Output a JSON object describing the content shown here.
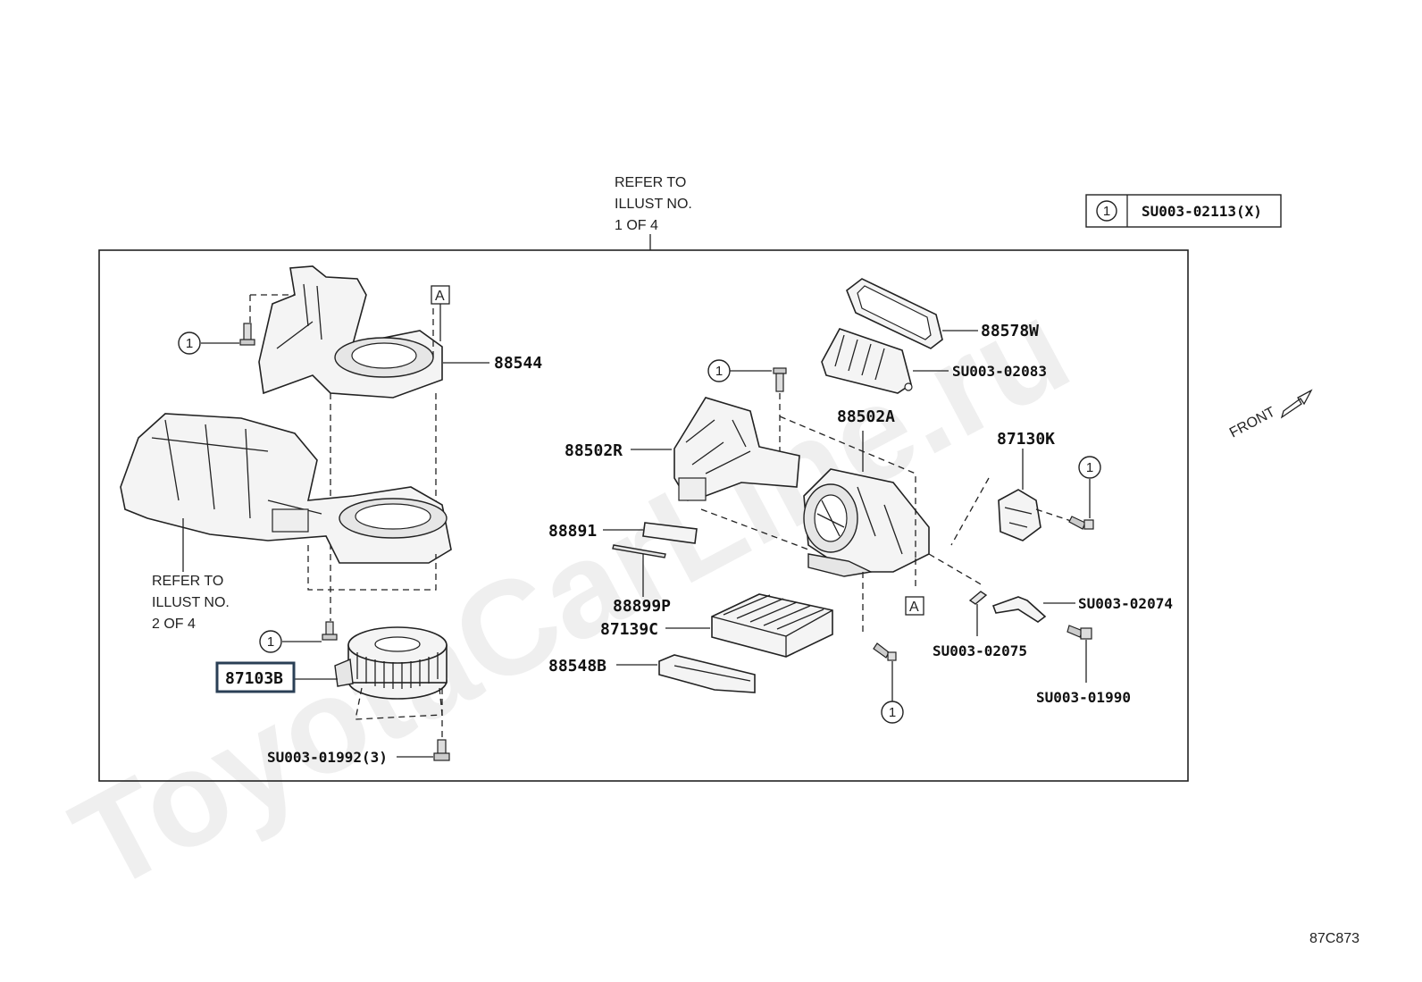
{
  "watermark": "ToyotaCarLine.ru",
  "refer_top": [
    "REFER TO",
    "ILLUST NO.",
    "1 OF 4"
  ],
  "refer_left": [
    "REFER TO",
    "ILLUST NO.",
    "2 OF 4"
  ],
  "legend": {
    "symbol": "1",
    "code": "SU003-02113(X)"
  },
  "front_label": "FRONT",
  "ref_marker": "A",
  "circle_symbol": "1",
  "parts": {
    "p88544": "88544",
    "p88578W": "88578W",
    "pSU003_02083": "SU003-02083",
    "p88502A": "88502A",
    "p87130K": "87130K",
    "p88502R": "88502R",
    "p88891": "88891",
    "p88899P": "88899P",
    "p87139C": "87139C",
    "p88548B": "88548B",
    "pSU003_02074": "SU003-02074",
    "pSU003_02075": "SU003-02075",
    "pSU003_01990": "SU003-01990",
    "p87103B": "87103B",
    "pSU003_01992": "SU003-01992(3)"
  },
  "illustration_id": "87C873"
}
